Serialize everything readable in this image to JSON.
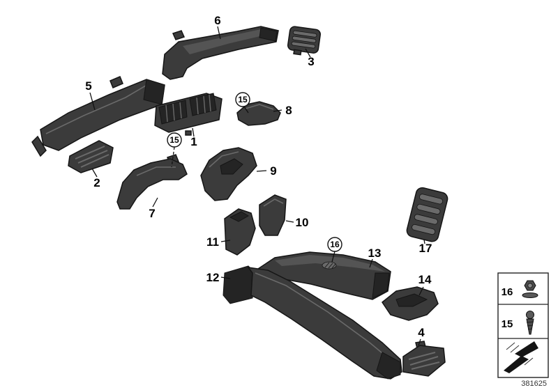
{
  "diagram": {
    "number": "381625"
  },
  "labels": {
    "p1": "1",
    "p2": "2",
    "p3": "3",
    "p4": "4",
    "p5": "5",
    "p6": "6",
    "p7": "7",
    "p8": "8",
    "p9": "9",
    "p10": "10",
    "p11": "11",
    "p12": "12",
    "p13": "13",
    "p14": "14",
    "p15": "15",
    "p16": "16",
    "p17": "17"
  },
  "callouts": {
    "c15_upper": "15",
    "c15_lower": "15",
    "c16": "16"
  },
  "legend": {
    "rows": [
      {
        "ref": "16",
        "icon": "nut-icon"
      },
      {
        "ref": "15",
        "icon": "screw-icon"
      },
      {
        "icon": "seal-symbol-icon"
      }
    ]
  },
  "colors": {
    "part_base": "#3b3b3b",
    "part_dark": "#242424",
    "line": "#111111"
  }
}
